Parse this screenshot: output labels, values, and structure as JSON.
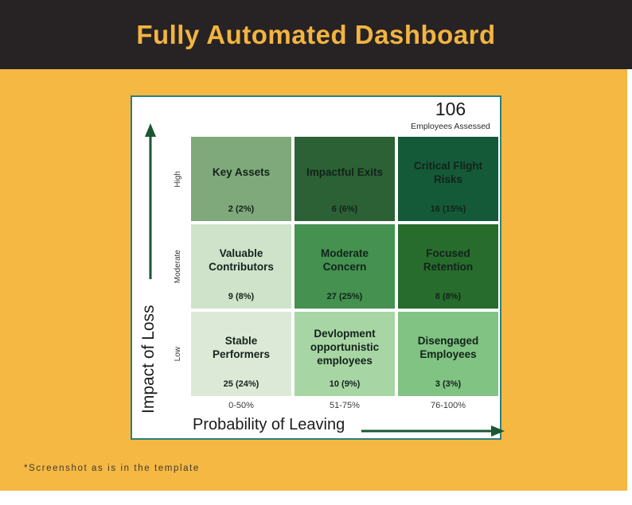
{
  "header": {
    "title": "Fully Automated Dashboard"
  },
  "stat": {
    "value": "106",
    "label": "Employees Assessed"
  },
  "axes": {
    "y_title": "Impact of Loss",
    "x_title": "Probability of Leaving"
  },
  "caption": "*Screenshot as is in the template",
  "colors": {
    "header_bg": "#272324",
    "header_text": "#F2B441",
    "page_yellow": "#F5B843",
    "card_border_teal": "#2E7F79",
    "axis_arrow_green": "#1A5632"
  },
  "chart_data": {
    "type": "heatmap",
    "title": "Fully Automated Dashboard",
    "total": {
      "value": 106,
      "label": "Employees Assessed"
    },
    "xlabel": "Probability of Leaving",
    "ylabel": "Impact of Loss",
    "x_categories": [
      "0-50%",
      "51-75%",
      "76-100%"
    ],
    "y_categories": [
      "High",
      "Moderate",
      "Low"
    ],
    "legend": "none",
    "cells": [
      {
        "row": "High",
        "col": "0-50%",
        "label": "Key Assets",
        "count": 2,
        "pct": "2%",
        "display": "2 (2%)",
        "color": "#7FA97A"
      },
      {
        "row": "High",
        "col": "51-75%",
        "label": "Impactful Exits",
        "count": 6,
        "pct": "6%",
        "display": "6 (6%)",
        "color": "#2B6134"
      },
      {
        "row": "High",
        "col": "76-100%",
        "label": "Critical Flight Risks",
        "count": 16,
        "pct": "15%",
        "display": "16 (15%)",
        "color": "#155A38"
      },
      {
        "row": "Moderate",
        "col": "0-50%",
        "label": "Valuable Contributors",
        "count": 9,
        "pct": "8%",
        "display": "9 (8%)",
        "color": "#CFE3CB"
      },
      {
        "row": "Moderate",
        "col": "51-75%",
        "label": "Moderate Concern",
        "count": 27,
        "pct": "25%",
        "display": "27 (25%)",
        "color": "#449150"
      },
      {
        "row": "Moderate",
        "col": "76-100%",
        "label": "Focused Retention",
        "count": 8,
        "pct": "8%",
        "display": "8 (8%)",
        "color": "#276C2D"
      },
      {
        "row": "Low",
        "col": "0-50%",
        "label": "Stable Performers",
        "count": 25,
        "pct": "24%",
        "display": "25 (24%)",
        "color": "#DDE9D7"
      },
      {
        "row": "Low",
        "col": "51-75%",
        "label": "Devlopment opportunistic employees",
        "count": 10,
        "pct": "9%",
        "display": "10 (9%)",
        "color": "#A8D5A4"
      },
      {
        "row": "Low",
        "col": "76-100%",
        "label": "Disengaged Employees",
        "count": 3,
        "pct": "3%",
        "display": "3 (3%)",
        "color": "#80C383"
      }
    ]
  }
}
